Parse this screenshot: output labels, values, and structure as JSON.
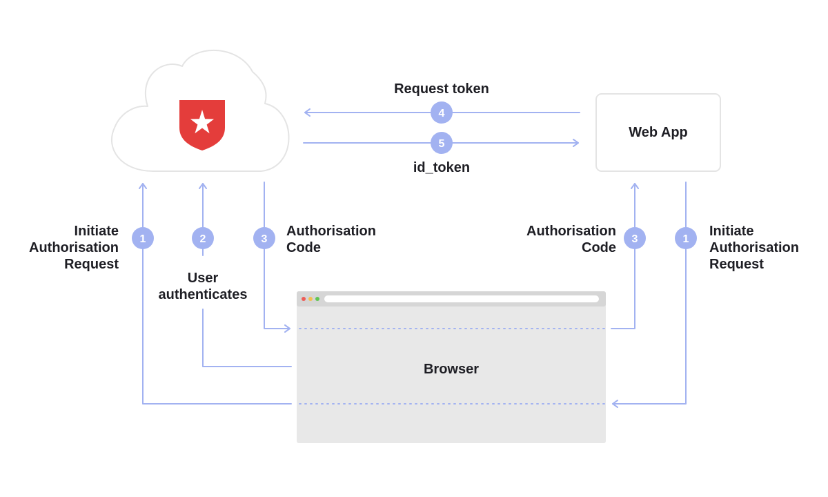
{
  "colors": {
    "arrow": "#a2b2f1",
    "badge": "#a2b2f1",
    "badge_text": "#ffffff",
    "box_stroke": "#e4e4e4",
    "browser_fill": "#e8e8e8",
    "browser_chrome": "#d6d6d6",
    "logo": "#e43d3b",
    "text": "#1e1e24"
  },
  "icons": {
    "logo": "auth0-shield-star-logo",
    "cloud": "cloud-shape",
    "window_dots": [
      "red-dot",
      "yellow-dot",
      "green-dot"
    ]
  },
  "nodes": {
    "webapp": "Web App",
    "browser": "Browser"
  },
  "labels": {
    "request_token": "Request token",
    "id_token": "id_token",
    "left_initiate": [
      "Initiate",
      "Authorisation",
      "Request"
    ],
    "user_auth": [
      "User",
      "authenticates"
    ],
    "left_code": [
      "Authorisation",
      "Code"
    ],
    "right_code": [
      "Authorisation",
      "Code"
    ],
    "right_initiate": [
      "Initiate",
      "Authorisation",
      "Request"
    ]
  },
  "steps": {
    "left_initiate": "1",
    "user_auth": "2",
    "left_code": "3",
    "request_token": "4",
    "id_token": "5",
    "right_code": "3",
    "right_initiate": "1"
  }
}
